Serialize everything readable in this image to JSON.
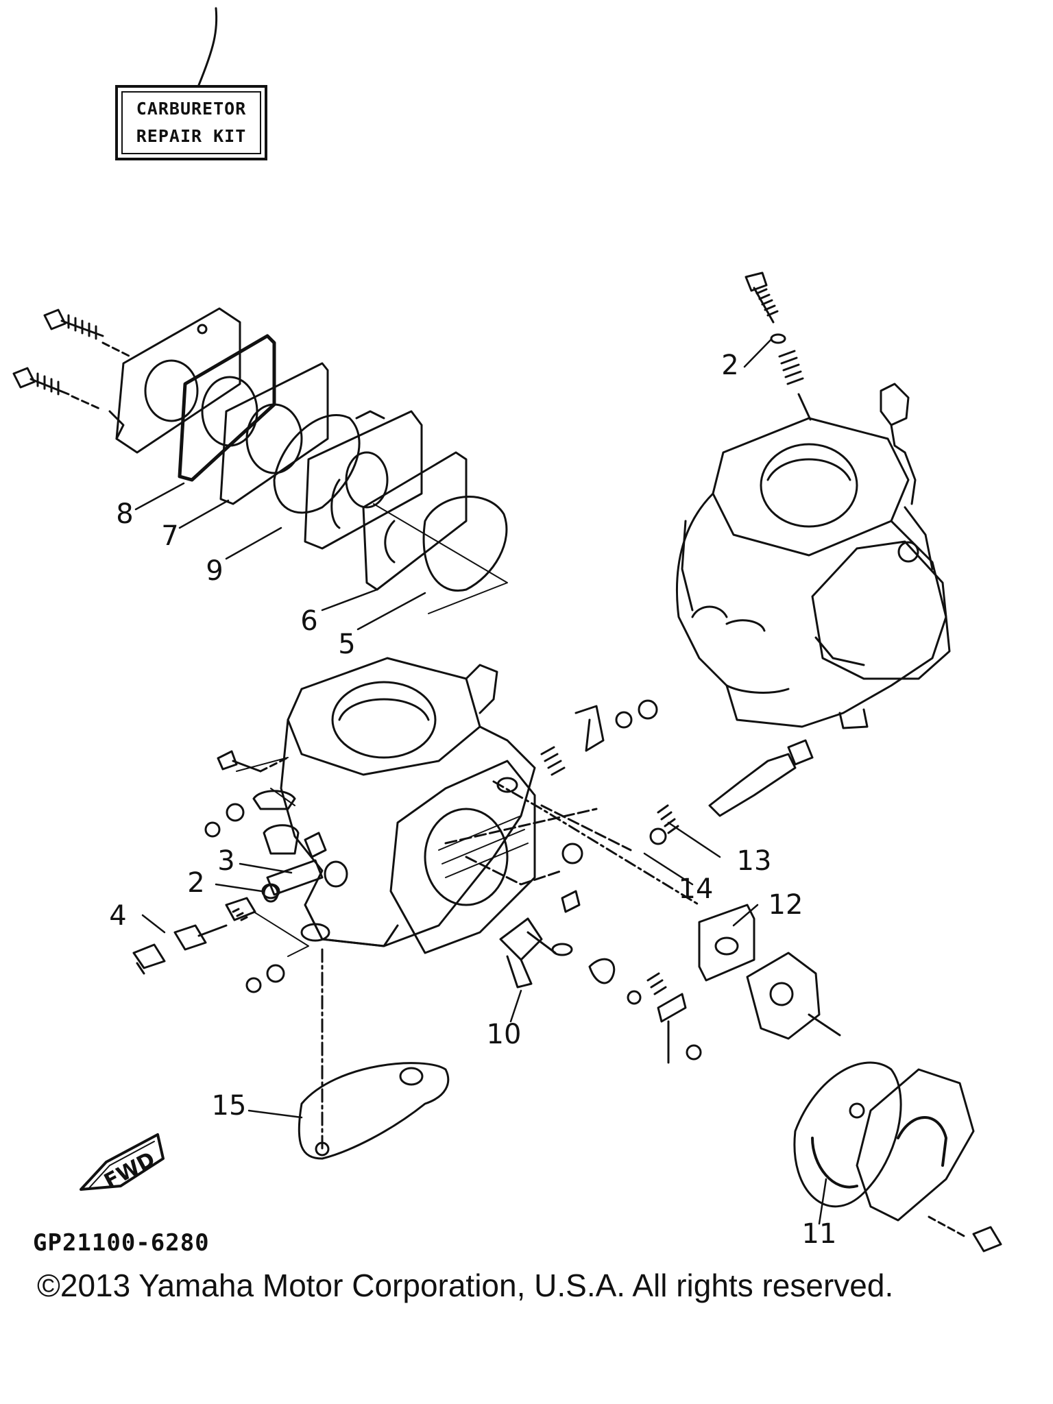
{
  "repair_kit_box": {
    "line1": "CARBURETOR",
    "line2": "REPAIR KIT"
  },
  "callouts": [
    {
      "id": "1",
      "label": "2"
    },
    {
      "id": "2",
      "label": "8"
    },
    {
      "id": "3",
      "label": "7"
    },
    {
      "id": "4",
      "label": "9"
    },
    {
      "id": "5",
      "label": "6"
    },
    {
      "id": "6",
      "label": "5"
    },
    {
      "id": "7",
      "label": "3"
    },
    {
      "id": "8",
      "label": "2"
    },
    {
      "id": "9",
      "label": "4"
    },
    {
      "id": "10",
      "label": "10"
    },
    {
      "id": "11",
      "label": "13"
    },
    {
      "id": "12",
      "label": "14"
    },
    {
      "id": "13",
      "label": "12"
    },
    {
      "id": "14",
      "label": "15"
    },
    {
      "id": "15",
      "label": "11"
    }
  ],
  "direction_marker": "FWD",
  "drawing_code": "GP21100-6280",
  "copyright": "©2013 Yamaha Motor Corporation, U.S.A. All rights reserved."
}
